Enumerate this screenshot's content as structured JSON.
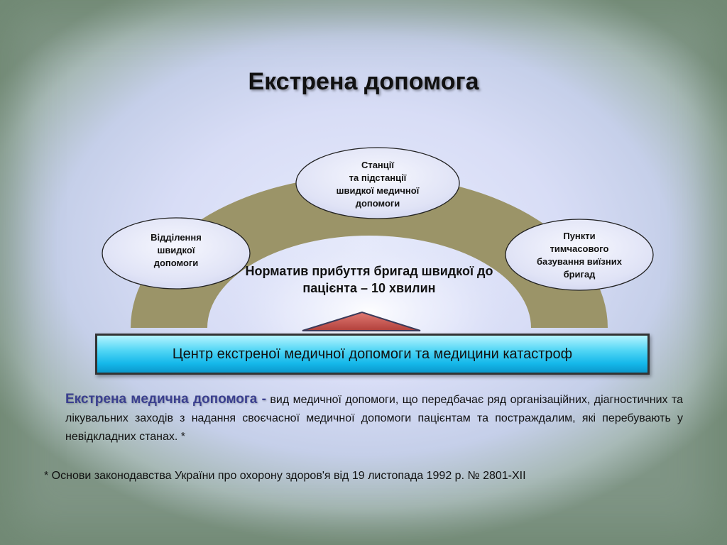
{
  "title": "Екстрена допомога",
  "ovals": {
    "stations": "Станції\nта підстанції\nшвидкої медичної\nдопомоги",
    "departments": "Відділення\nшвидкої\nдопомоги",
    "points": "Пункти\nтимчасового\nбазування виїзних\nбригад"
  },
  "normative": "Норматив прибуття бригад швидкої до пацієнта – 10 хвилин",
  "center_box": "Центр екстреної медичної допомоги та медицини катастроф",
  "definition": {
    "term": "Екстрена медична допомога -",
    "text": " вид медичної допомоги, що передбачає ряд організаційних, діагностичних та лікувальних заходів з надання своєчасної медичної допомоги пацієнтам та постраждалим, які перебувають у невідкладних станах. *"
  },
  "footnote": "* Основи законодавства України про охорону здоров'я від 19 листопада 1992 р. № 2801-XII",
  "colors": {
    "arch": "#9b9468",
    "center_box_accent": "#15b8ea",
    "arrow": "#c0504d",
    "term": "#3a3f8f"
  }
}
